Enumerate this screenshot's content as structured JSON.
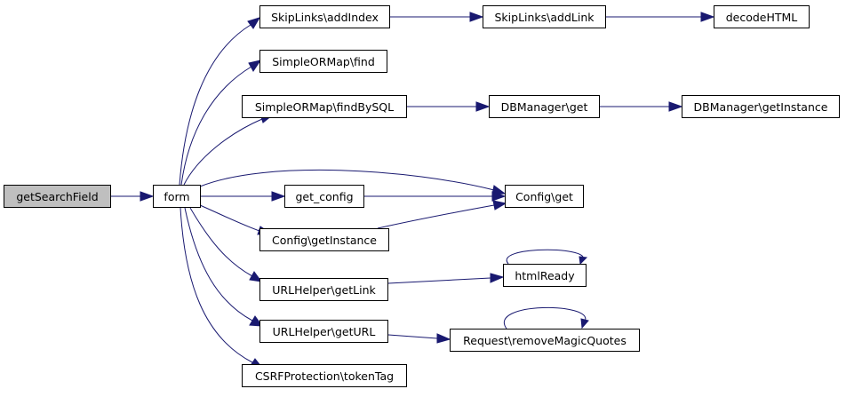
{
  "graph": {
    "nodes": {
      "getSearchField": "getSearchField",
      "form": "form",
      "skipAddIndex": "SkipLinks\\addIndex",
      "skipAddLink": "SkipLinks\\addLink",
      "decodeHTML": "decodeHTML",
      "ormFind": "SimpleORMap\\find",
      "ormFindBySQL": "SimpleORMap\\findBySQL",
      "dbGet": "DBManager\\get",
      "dbGetInstance": "DBManager\\getInstance",
      "getConfig": "get_config",
      "configGet": "Config\\get",
      "configGetInstance": "Config\\getInstance",
      "urlGetLink": "URLHelper\\getLink",
      "htmlReady": "htmlReady",
      "urlGetURL": "URLHelper\\getURL",
      "removeMagicQuotes": "Request\\removeMagicQuotes",
      "csrfTokenTag": "CSRFProtection\\tokenTag"
    },
    "edges": [
      [
        "getSearchField",
        "form"
      ],
      [
        "form",
        "skipAddIndex"
      ],
      [
        "form",
        "ormFind"
      ],
      [
        "form",
        "ormFindBySQL"
      ],
      [
        "form",
        "configGet"
      ],
      [
        "form",
        "getConfig"
      ],
      [
        "form",
        "configGetInstance"
      ],
      [
        "form",
        "urlGetLink"
      ],
      [
        "form",
        "urlGetURL"
      ],
      [
        "form",
        "csrfTokenTag"
      ],
      [
        "skipAddIndex",
        "skipAddLink"
      ],
      [
        "skipAddLink",
        "decodeHTML"
      ],
      [
        "ormFindBySQL",
        "dbGet"
      ],
      [
        "dbGet",
        "dbGetInstance"
      ],
      [
        "getConfig",
        "configGet"
      ],
      [
        "configGetInstance",
        "configGet"
      ],
      [
        "urlGetLink",
        "htmlReady"
      ],
      [
        "htmlReady",
        "htmlReady"
      ],
      [
        "urlGetURL",
        "removeMagicQuotes"
      ],
      [
        "removeMagicQuotes",
        "removeMagicQuotes"
      ]
    ]
  },
  "colors": {
    "edge": "#191970",
    "root_fill": "#bfbfbf",
    "node_fill": "#ffffff",
    "node_border": "#000000"
  }
}
